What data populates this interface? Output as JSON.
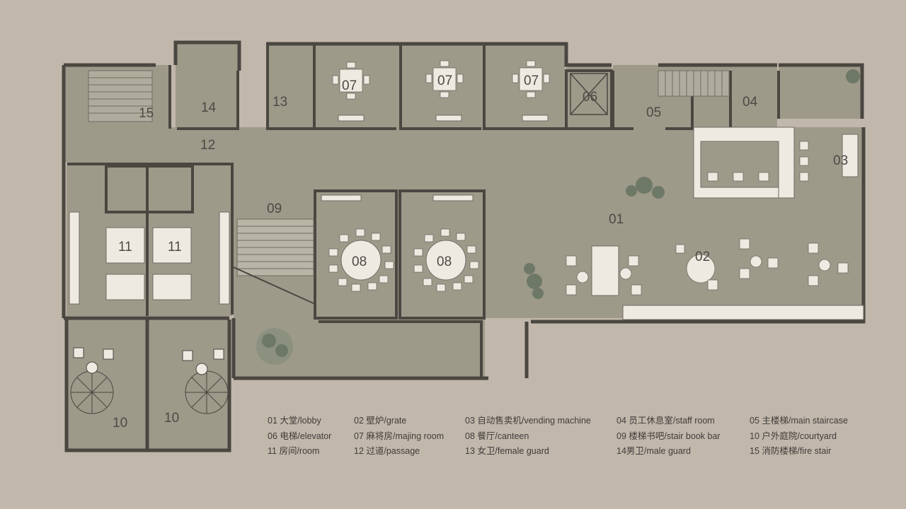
{
  "rooms": [
    {
      "id": "r15",
      "label": "15"
    },
    {
      "id": "r14",
      "label": "14"
    },
    {
      "id": "r13",
      "label": "13"
    },
    {
      "id": "r07a",
      "label": "07"
    },
    {
      "id": "r07b",
      "label": "07"
    },
    {
      "id": "r07c",
      "label": "07"
    },
    {
      "id": "r06",
      "label": "06"
    },
    {
      "id": "r05",
      "label": "05"
    },
    {
      "id": "r04",
      "label": "04"
    },
    {
      "id": "r03",
      "label": "03"
    },
    {
      "id": "r12",
      "label": "12"
    },
    {
      "id": "r09",
      "label": "09"
    },
    {
      "id": "r01",
      "label": "01"
    },
    {
      "id": "r02",
      "label": "02"
    },
    {
      "id": "r11a",
      "label": "11"
    },
    {
      "id": "r11b",
      "label": "11"
    },
    {
      "id": "r08a",
      "label": "08"
    },
    {
      "id": "r08b",
      "label": "08"
    },
    {
      "id": "r10a",
      "label": "10"
    },
    {
      "id": "r10b",
      "label": "10"
    }
  ],
  "legend": [
    "01  大堂/lobby",
    "02  壁炉/grate",
    "03  自动售卖机/vending machine",
    "04  员工休息室/staff room",
    "05  主楼梯/main staircase",
    "06  电梯/elevator",
    "07  麻将房/majing room",
    "08  餐厅/canteen",
    "09  楼梯书吧/stair book bar",
    "10  户外庭院/courtyard",
    "11  房间/room",
    "12  过道/passage",
    "13  女卫/female guard",
    "14男卫/male guard",
    "15  消防楼梯/fire stair"
  ],
  "colors": {
    "background": "#c2b7ab",
    "floor": "#9d9a8a",
    "wall": "#4a4741",
    "furniture": "#eeeae2"
  }
}
